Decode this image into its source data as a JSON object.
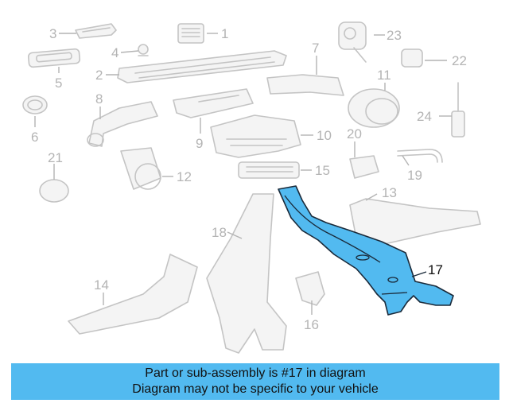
{
  "parts": [
    {
      "id": "1",
      "label": "1"
    },
    {
      "id": "2",
      "label": "2"
    },
    {
      "id": "3",
      "label": "3"
    },
    {
      "id": "4",
      "label": "4"
    },
    {
      "id": "5",
      "label": "5"
    },
    {
      "id": "6",
      "label": "6"
    },
    {
      "id": "7",
      "label": "7"
    },
    {
      "id": "8",
      "label": "8"
    },
    {
      "id": "9",
      "label": "9"
    },
    {
      "id": "10",
      "label": "10"
    },
    {
      "id": "11",
      "label": "11"
    },
    {
      "id": "12",
      "label": "12"
    },
    {
      "id": "13",
      "label": "13"
    },
    {
      "id": "14",
      "label": "14"
    },
    {
      "id": "15",
      "label": "15"
    },
    {
      "id": "16",
      "label": "16"
    },
    {
      "id": "17",
      "label": "17"
    },
    {
      "id": "18",
      "label": "18"
    },
    {
      "id": "19",
      "label": "19"
    },
    {
      "id": "20",
      "label": "20"
    },
    {
      "id": "21",
      "label": "21"
    },
    {
      "id": "22",
      "label": "22"
    },
    {
      "id": "23",
      "label": "23"
    },
    {
      "id": "24",
      "label": "24"
    }
  ],
  "highlight": {
    "part": "17",
    "color": "#52baf0"
  },
  "banner": {
    "line1": "Part or sub-assembly is #17 in diagram",
    "line2": "Diagram may not be specific to your vehicle"
  }
}
